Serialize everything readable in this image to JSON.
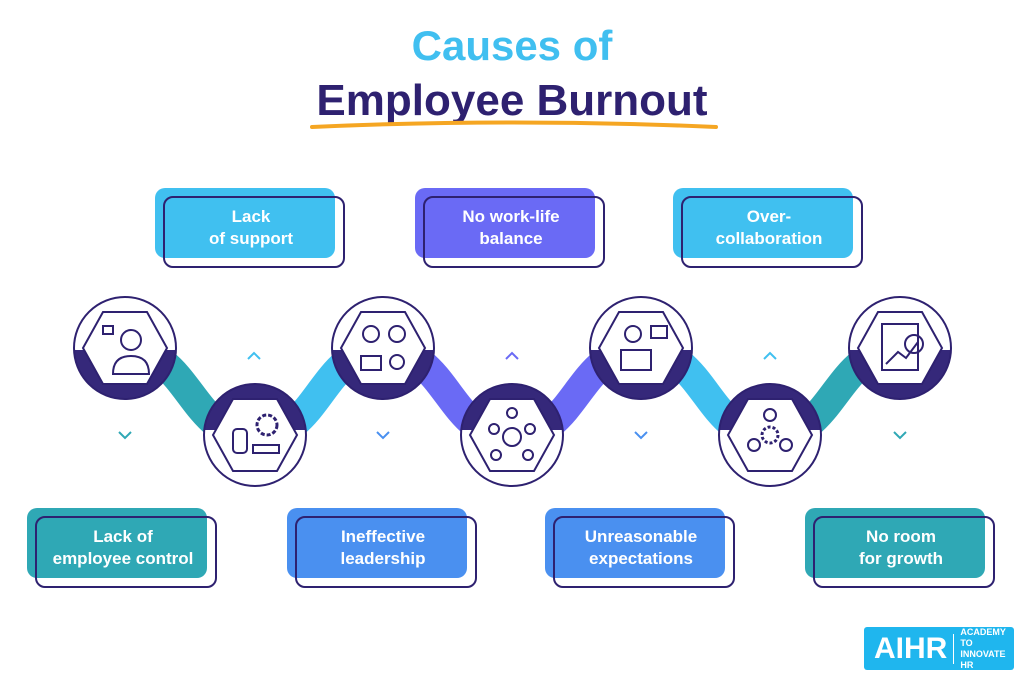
{
  "title": {
    "line1": "Causes of",
    "line2": "Employee Burnout"
  },
  "colors": {
    "navy": "#2e2170",
    "light_blue": "#40c0f0",
    "purple": "#6a6af5",
    "teal": "#2fa8b5",
    "blue": "#4a90f0",
    "underline": "#f5a623"
  },
  "causes": [
    {
      "label": "Lack of\nemployee control",
      "icon": "raised-hand-gear-icon"
    },
    {
      "label": "Lack\nof support",
      "icon": "support-agent-icon"
    },
    {
      "label": "Ineffective\nleadership",
      "icon": "leader-team-icon"
    },
    {
      "label": "No work-life\nbalance",
      "icon": "juggling-tasks-icon"
    },
    {
      "label": "Unreasonable\nexpectations",
      "icon": "presentation-icon"
    },
    {
      "label": "Over-\ncollaboration",
      "icon": "group-meeting-icon"
    },
    {
      "label": "No room\nfor growth",
      "icon": "growth-chart-icon"
    }
  ],
  "logo": {
    "mark": "AIHR",
    "tagline": "ACADEMY TO\nINNOVATE HR"
  }
}
